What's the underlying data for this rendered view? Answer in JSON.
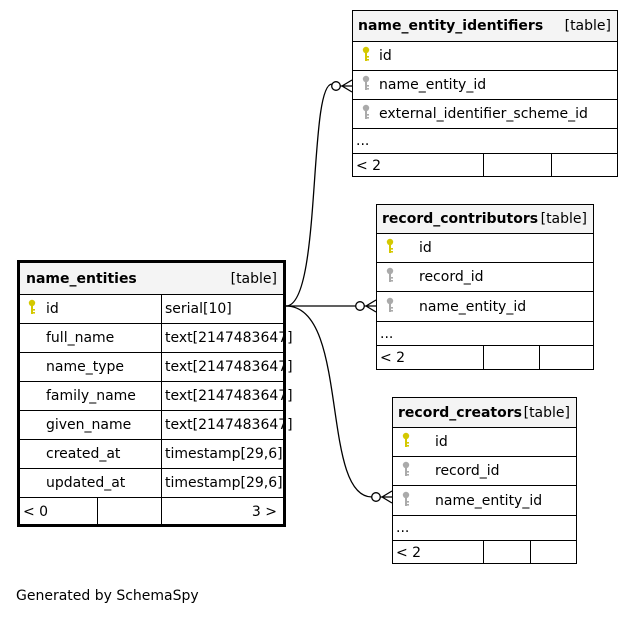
{
  "tables": [
    {
      "name": "name_entity_identifiers",
      "kind": "[table]",
      "columns": [
        {
          "name": "id",
          "key": "primary"
        },
        {
          "name": "name_entity_id",
          "key": "foreign"
        },
        {
          "name": "external_identifier_scheme_id",
          "key": "foreign"
        }
      ],
      "more": "...",
      "footer": {
        "left": "< 2",
        "right": ""
      }
    },
    {
      "name": "record_contributors",
      "kind": "[table]",
      "columns": [
        {
          "name": "id",
          "key": "primary"
        },
        {
          "name": "record_id",
          "key": "foreign"
        },
        {
          "name": "name_entity_id",
          "key": "foreign"
        }
      ],
      "more": "...",
      "footer": {
        "left": "< 2",
        "right": ""
      }
    },
    {
      "name": "record_creators",
      "kind": "[table]",
      "columns": [
        {
          "name": "id",
          "key": "primary"
        },
        {
          "name": "record_id",
          "key": "foreign"
        },
        {
          "name": "name_entity_id",
          "key": "foreign"
        }
      ],
      "more": "...",
      "footer": {
        "left": "< 2",
        "right": ""
      }
    },
    {
      "name": "name_entities",
      "kind": "[table]",
      "columns": [
        {
          "name": "id",
          "type": "serial[10]",
          "key": "primary"
        },
        {
          "name": "full_name",
          "type": "text[2147483647]",
          "key": ""
        },
        {
          "name": "name_type",
          "type": "text[2147483647]",
          "key": ""
        },
        {
          "name": "family_name",
          "type": "text[2147483647]",
          "key": ""
        },
        {
          "name": "given_name",
          "type": "text[2147483647]",
          "key": ""
        },
        {
          "name": "created_at",
          "type": "timestamp[29,6]",
          "key": ""
        },
        {
          "name": "updated_at",
          "type": "timestamp[29,6]",
          "key": ""
        }
      ],
      "footer": {
        "left": "< 0",
        "right": "3 >"
      }
    }
  ],
  "footer_text": "Generated by SchemaSpy",
  "colors": {
    "primary_key": "#d4c800",
    "foreign_key": "#aaaaaa",
    "header_bg": "#f4f4f4"
  }
}
